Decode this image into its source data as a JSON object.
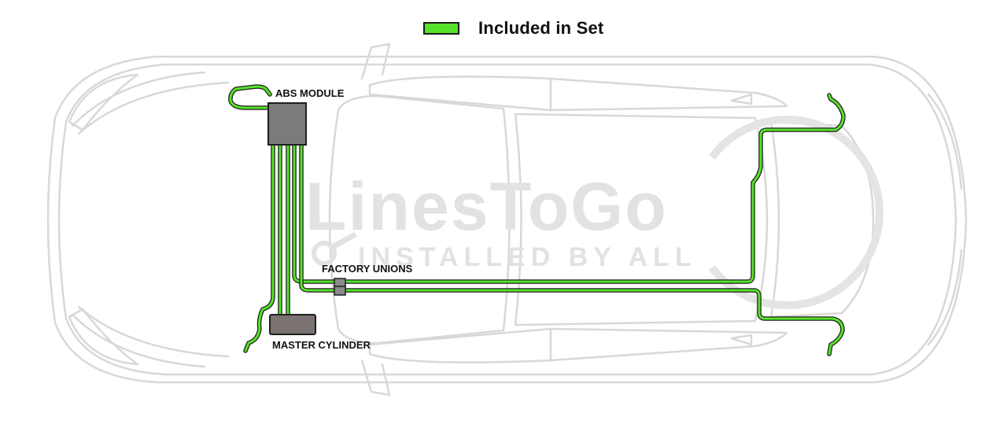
{
  "legend": {
    "label": "Included in Set",
    "swatch_color": "#56e32a"
  },
  "labels": {
    "abs_module": "ABS MODULE",
    "factory_unions": "FACTORY UNIONS",
    "master_cylinder": "MASTER CYLINDER"
  },
  "watermark": {
    "brand": "LinesToGo",
    "tagline": "INSTALLED BY ALL"
  },
  "colors": {
    "brake_line": "#56e32a",
    "line_outline": "#1e1e1e",
    "abs_module": "#7b7b7b",
    "master_cylinder": "#7b7272",
    "car_outline": "#d8d8d8"
  }
}
